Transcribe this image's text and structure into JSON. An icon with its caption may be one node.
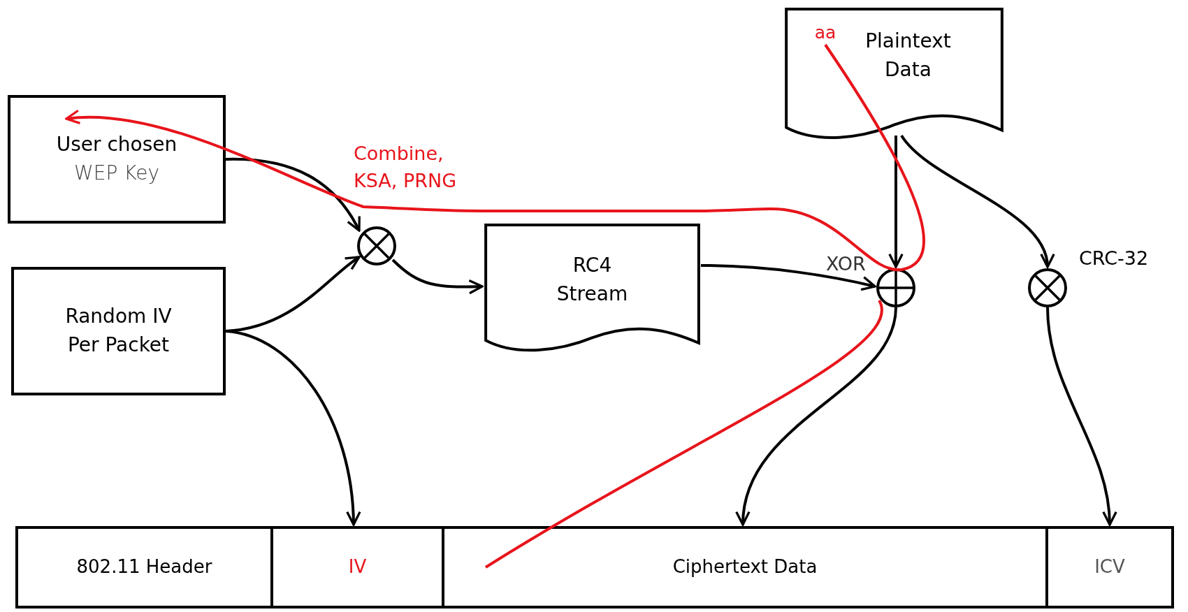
{
  "diagram": {
    "nodes": [
      {
        "text": [
          "User chosen",
          "WEP Key"
        ]
      },
      {
        "text": [
          "Random IV Per Packet"
        ]
      },
      {
        "text": [],
        "shape": "circle",
        "beside": [
          "Combine, KSA, PRNG"
        ]
      },
      {
        "text": [
          "RC4 Stream"
        ]
      },
      {
        "text": [
          "Plaintext Data"
        ]
      },
      {
        "text": [
          "aa"
        ],
        "in": 4
      },
      {
        "text": [],
        "shape": "circle",
        "beside": [
          "XOR"
        ]
      },
      {
        "text": [],
        "shape": "circle",
        "beside": [
          "CRC-32"
        ]
      },
      {
        "text": [
          "802.11 Header"
        ]
      },
      {
        "text": [
          "IV"
        ]
      },
      {
        "text": [
          "Ciphertext Data"
        ]
      },
      {
        "text": [
          "ICV"
        ]
      }
    ],
    "edges": [
      {
        "from": 0,
        "to": 2,
        "arrow": "to"
      },
      {
        "from": 1,
        "to": 2,
        "arrow": "to"
      },
      {
        "from": 2,
        "to": 3,
        "arrow": "to"
      },
      {
        "from": 3,
        "to": 6,
        "arrow": "to"
      },
      {
        "from": 4,
        "to": 6,
        "arrow": "to"
      },
      {
        "from": 4,
        "to": 7,
        "arrow": "to"
      },
      {
        "from": 1,
        "to": 9,
        "arrow": "to"
      },
      {
        "from": 6,
        "to": 10,
        "arrow": "to"
      },
      {
        "from": 7,
        "to": 11,
        "arrow": "to"
      },
      {
        "from": 5,
        "to": 0,
        "arrow": "to",
        "color": "#e8141b"
      },
      {
        "from": 6,
        "to": 10,
        "arrow": "none",
        "color": "#e8141b"
      }
    ]
  }
}
